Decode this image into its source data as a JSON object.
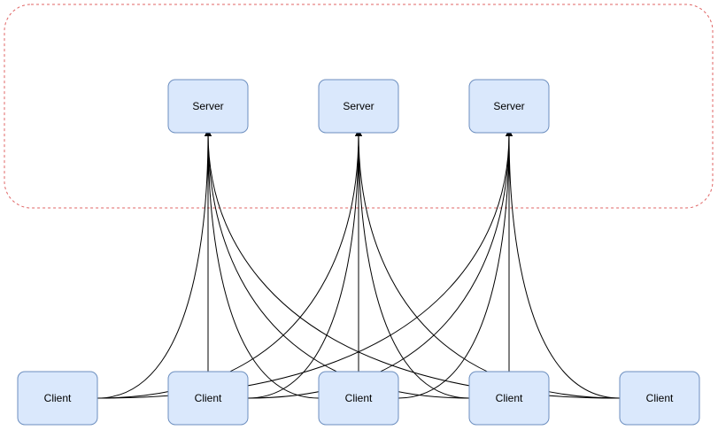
{
  "diagram": {
    "colors": {
      "node_fill": "#dae8fc",
      "node_stroke": "#6c8ebf",
      "boundary_stroke": "#e06666",
      "edge_stroke": "#000000"
    },
    "boundary": {
      "style": "dashed-rounded"
    },
    "servers": [
      {
        "id": "server-1",
        "label": "Server"
      },
      {
        "id": "server-2",
        "label": "Server"
      },
      {
        "id": "server-3",
        "label": "Server"
      }
    ],
    "clients": [
      {
        "id": "client-1",
        "label": "Client"
      },
      {
        "id": "client-2",
        "label": "Client"
      },
      {
        "id": "client-3",
        "label": "Client"
      },
      {
        "id": "client-4",
        "label": "Client"
      },
      {
        "id": "client-5",
        "label": "Client"
      }
    ],
    "edges": [
      {
        "from": "client-1",
        "to": "server-1"
      },
      {
        "from": "client-1",
        "to": "server-2"
      },
      {
        "from": "client-1",
        "to": "server-3"
      },
      {
        "from": "client-2",
        "to": "server-1"
      },
      {
        "from": "client-2",
        "to": "server-2"
      },
      {
        "from": "client-2",
        "to": "server-3"
      },
      {
        "from": "client-3",
        "to": "server-1"
      },
      {
        "from": "client-3",
        "to": "server-2"
      },
      {
        "from": "client-3",
        "to": "server-3"
      },
      {
        "from": "client-4",
        "to": "server-1"
      },
      {
        "from": "client-4",
        "to": "server-2"
      },
      {
        "from": "client-4",
        "to": "server-3"
      },
      {
        "from": "client-5",
        "to": "server-1"
      },
      {
        "from": "client-5",
        "to": "server-2"
      },
      {
        "from": "client-5",
        "to": "server-3"
      }
    ]
  }
}
